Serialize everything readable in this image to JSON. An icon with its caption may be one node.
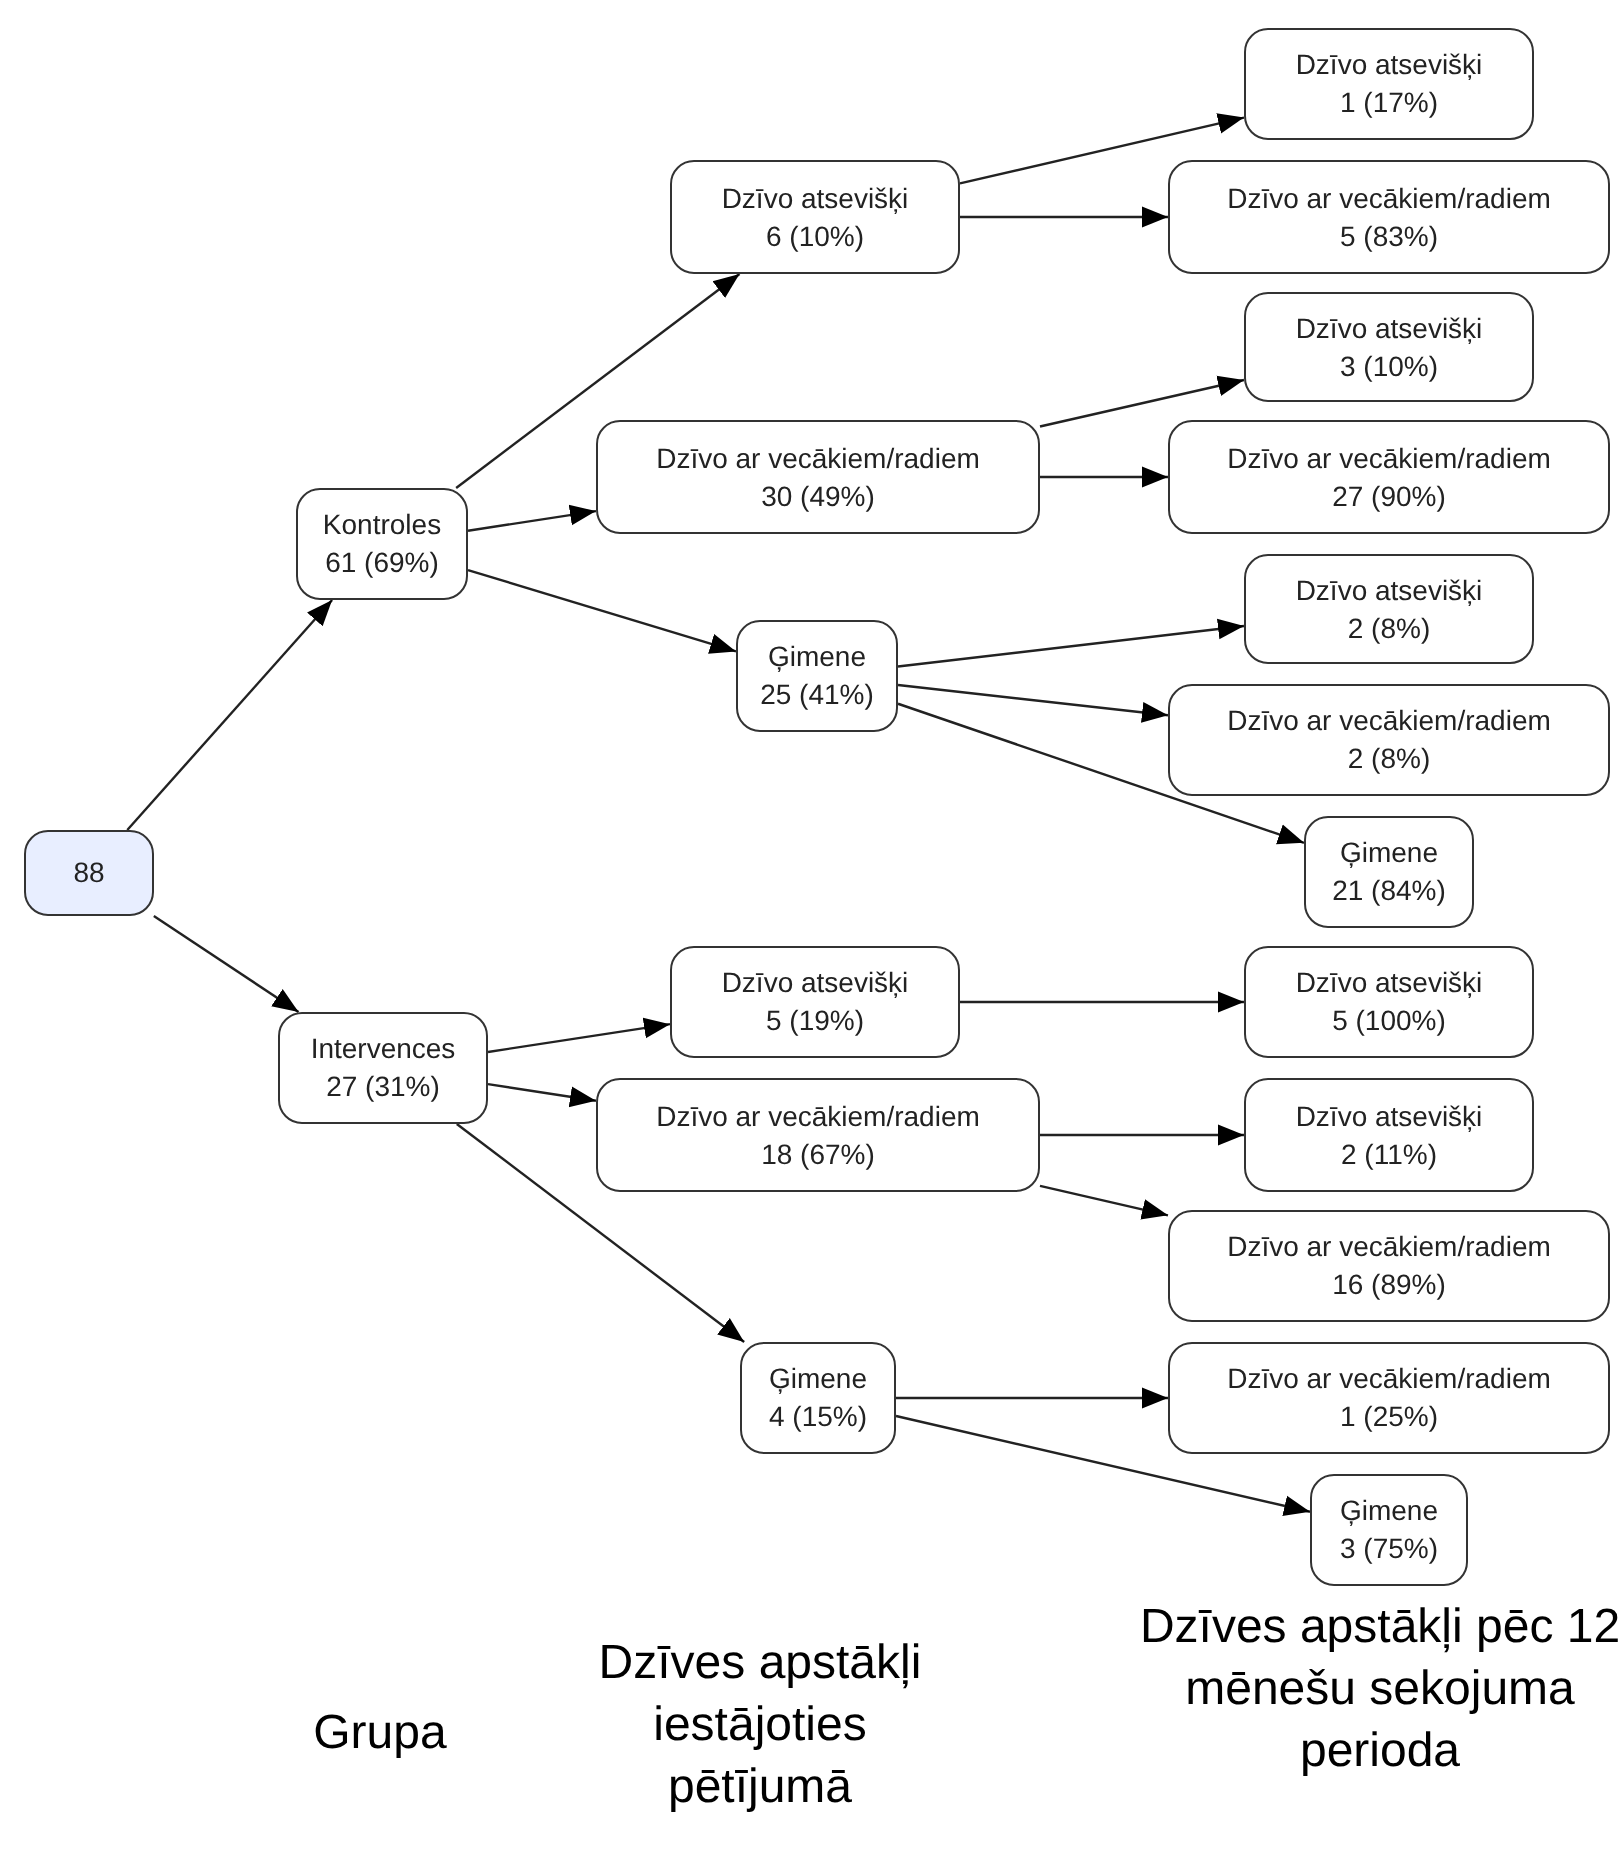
{
  "diagram": {
    "nodes": [
      {
        "text": [
          "88"
        ]
      },
      {
        "text": [
          "Kontroles",
          "61 (69%)"
        ]
      },
      {
        "text": [
          "Dzīvo atsevišķi",
          "6 (10%)"
        ]
      },
      {
        "text": [
          "Dzīvo ar vecākiem/radiem",
          "30 (49%)"
        ]
      },
      {
        "text": [
          "Ģimene",
          "25 (41%)"
        ]
      },
      {
        "text": [
          "Dzīvo atsevišķi",
          "1 (17%)"
        ]
      },
      {
        "text": [
          "Dzīvo ar vecākiem/radiem",
          "5 (83%)"
        ]
      },
      {
        "text": [
          "Dzīvo atsevišķi",
          "3 (10%)"
        ]
      },
      {
        "text": [
          "Dzīvo ar vecākiem/radiem",
          "27 (90%)"
        ]
      },
      {
        "text": [
          "Dzīvo atsevišķi",
          "2 (8%)"
        ]
      },
      {
        "text": [
          "Dzīvo ar vecākiem/radiem",
          "2 (8%)"
        ]
      },
      {
        "text": [
          "Ģimene",
          "21 (84%)"
        ]
      },
      {
        "text": [
          "Intervences",
          "27 (31%)"
        ]
      },
      {
        "text": [
          "Dzīvo atsevišķi",
          "5 (19%)"
        ]
      },
      {
        "text": [
          "Dzīvo ar vecākiem/radiem",
          "18 (67%)"
        ]
      },
      {
        "text": [
          "Ģimene",
          "4 (15%)"
        ]
      },
      {
        "text": [
          "Dzīvo atsevišķi",
          "5 (100%)"
        ]
      },
      {
        "text": [
          "Dzīvo atsevišķi",
          "2 (11%)"
        ]
      },
      {
        "text": [
          "Dzīvo ar vecākiem/radiem",
          "16 (89%)"
        ]
      },
      {
        "text": [
          "Dzīvo ar vecākiem/radiem",
          "1 (25%)"
        ]
      },
      {
        "text": [
          "Ģimene",
          "3 (75%)"
        ]
      }
    ],
    "edges": [
      {
        "from": 0,
        "to": 1,
        "arrow": "to"
      },
      {
        "from": 0,
        "to": 12,
        "arrow": "to"
      },
      {
        "from": 1,
        "to": 2,
        "arrow": "to"
      },
      {
        "from": 1,
        "to": 3,
        "arrow": "to"
      },
      {
        "from": 1,
        "to": 4,
        "arrow": "to"
      },
      {
        "from": 2,
        "to": 5,
        "arrow": "to"
      },
      {
        "from": 2,
        "to": 6,
        "arrow": "to"
      },
      {
        "from": 3,
        "to": 7,
        "arrow": "to"
      },
      {
        "from": 3,
        "to": 8,
        "arrow": "to"
      },
      {
        "from": 4,
        "to": 9,
        "arrow": "to"
      },
      {
        "from": 4,
        "to": 10,
        "arrow": "to"
      },
      {
        "from": 4,
        "to": 11,
        "arrow": "to"
      },
      {
        "from": 12,
        "to": 13,
        "arrow": "to"
      },
      {
        "from": 12,
        "to": 14,
        "arrow": "to"
      },
      {
        "from": 12,
        "to": 15,
        "arrow": "to"
      },
      {
        "from": 13,
        "to": 16,
        "arrow": "to"
      },
      {
        "from": 14,
        "to": 17,
        "arrow": "to"
      },
      {
        "from": 14,
        "to": 18,
        "arrow": "to"
      },
      {
        "from": 15,
        "to": 19,
        "arrow": "to"
      },
      {
        "from": 15,
        "to": 20,
        "arrow": "to"
      }
    ],
    "labels": [
      "Dzīves apstākļi pēc 12 mēnešu sekojuma perioda",
      "Dzīves apstākļi iestājoties pētījumā",
      "Grupa"
    ]
  }
}
